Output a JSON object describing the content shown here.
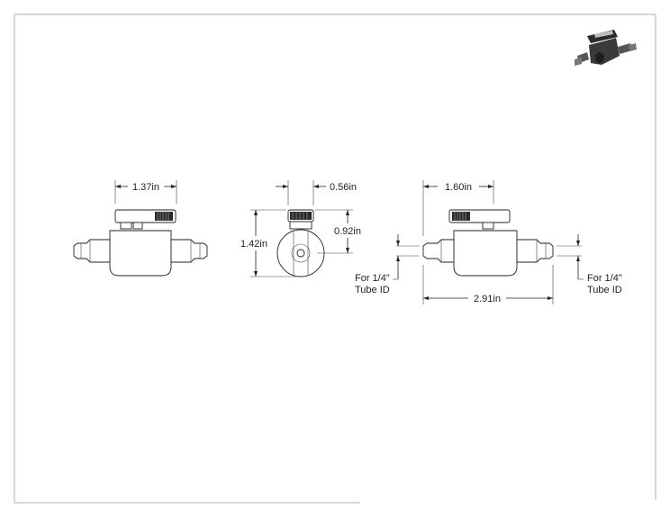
{
  "dimensions": {
    "left_width": "1.37in",
    "mid_width": "0.56in",
    "mid_height": "1.42in",
    "mid_inner_height": "0.92in",
    "right_width": "1.60in",
    "overall_length": "2.91in"
  },
  "notes": {
    "left_tube_line1": "For 1/4\"",
    "left_tube_line2": "Tube ID",
    "right_tube_line1": "For 1/4\"",
    "right_tube_line2": "Tube ID"
  },
  "colors": {
    "line": "#222222",
    "handle_dark": "#2a2a2a",
    "body_iso": "#3a3a3a",
    "border": "#b0b0b0"
  },
  "icons": {
    "iso_preview": "valve-iso-icon"
  }
}
